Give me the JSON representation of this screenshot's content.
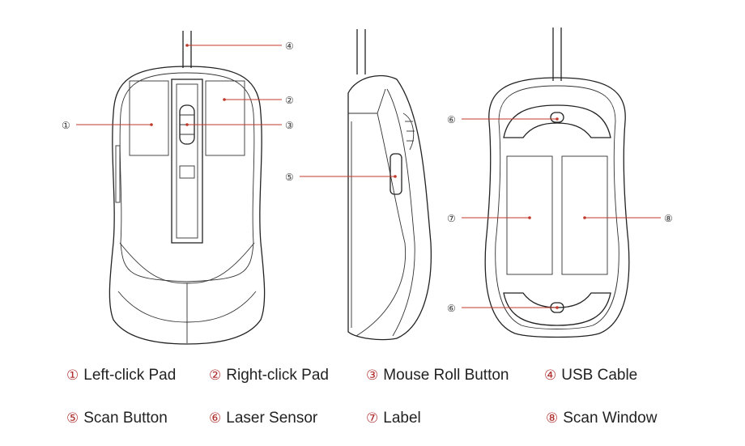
{
  "callouts": [
    {
      "num": "①",
      "label": "Left-click Pad"
    },
    {
      "num": "②",
      "label": "Right-click Pad"
    },
    {
      "num": "③",
      "label": "Mouse Roll Button"
    },
    {
      "num": "④",
      "label": "USB Cable"
    },
    {
      "num": "⑤",
      "label": "Scan Button"
    },
    {
      "num": "⑥",
      "label": "Laser Sensor"
    },
    {
      "num": "⑦",
      "label": "Label"
    },
    {
      "num": "⑧",
      "label": "Scan Window"
    }
  ],
  "colors": {
    "leader": "#c0392b",
    "outline": "#222222"
  }
}
